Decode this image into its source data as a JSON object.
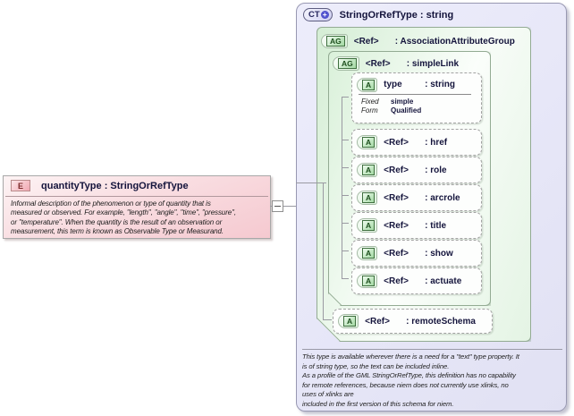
{
  "colors": {
    "element_pink": "#f5c9d0",
    "element_border": "#a8a8a8",
    "complex_lavender": "#e9e9f9",
    "group_green": "#d5eed5",
    "badge_green_fill": "#a3d9a3",
    "badge_green_text": "#1d4f1d",
    "badge_pink_fill": "#f1a7b1",
    "plus_blue": "#5153ce",
    "line_gray": "#9a9aa2"
  },
  "element_box": {
    "badge": "E",
    "title": "quantityType : StringOrRefType",
    "description": "Informal description of the phenomenon or type of quantity that is\nmeasured or observed. For example, \"length\", \"angle\", \"time\", \"pressure\",\nor \"temperature\". When the quantity is the result of an observation or\nmeasurement, this term is known as Observable Type or Measurand."
  },
  "complex_type_box": {
    "badge": "CT",
    "badge_plus": "+",
    "title": "StringOrRefType : string",
    "association_group": {
      "badge": "AG",
      "ref_label": "<Ref>",
      "type_label": ": AssociationAttributeGroup",
      "simple_link": {
        "badge": "AG",
        "ref_label": "<Ref>",
        "type_label": ": simpleLink",
        "type_attribute": {
          "badge": "A",
          "name": "type",
          "type_label": ": string",
          "facets": [
            {
              "label": "Fixed",
              "value": "simple"
            },
            {
              "label": "Form",
              "value": "Qualified"
            }
          ]
        },
        "attributes": [
          {
            "badge": "A",
            "ref_label": "<Ref>",
            "type_label": ": href"
          },
          {
            "badge": "A",
            "ref_label": "<Ref>",
            "type_label": ": role"
          },
          {
            "badge": "A",
            "ref_label": "<Ref>",
            "type_label": ": arcrole"
          },
          {
            "badge": "A",
            "ref_label": "<Ref>",
            "type_label": ": title"
          },
          {
            "badge": "A",
            "ref_label": "<Ref>",
            "type_label": ": show"
          },
          {
            "badge": "A",
            "ref_label": "<Ref>",
            "type_label": ": actuate"
          }
        ]
      },
      "remote_schema": {
        "badge": "A",
        "ref_label": "<Ref>",
        "type_label": ": remoteSchema"
      }
    },
    "annotation": "This type is available wherever there is a need for a \"text\" type property. It\nis of string type, so the text can be included inline.\nAs a profile of the GML StringOrRefType, this definition has no capability\nfor remote references, because niem does not currently use xlinks, no\nuses of xlinks are\nincluded in the first version of this schema for niem."
  }
}
